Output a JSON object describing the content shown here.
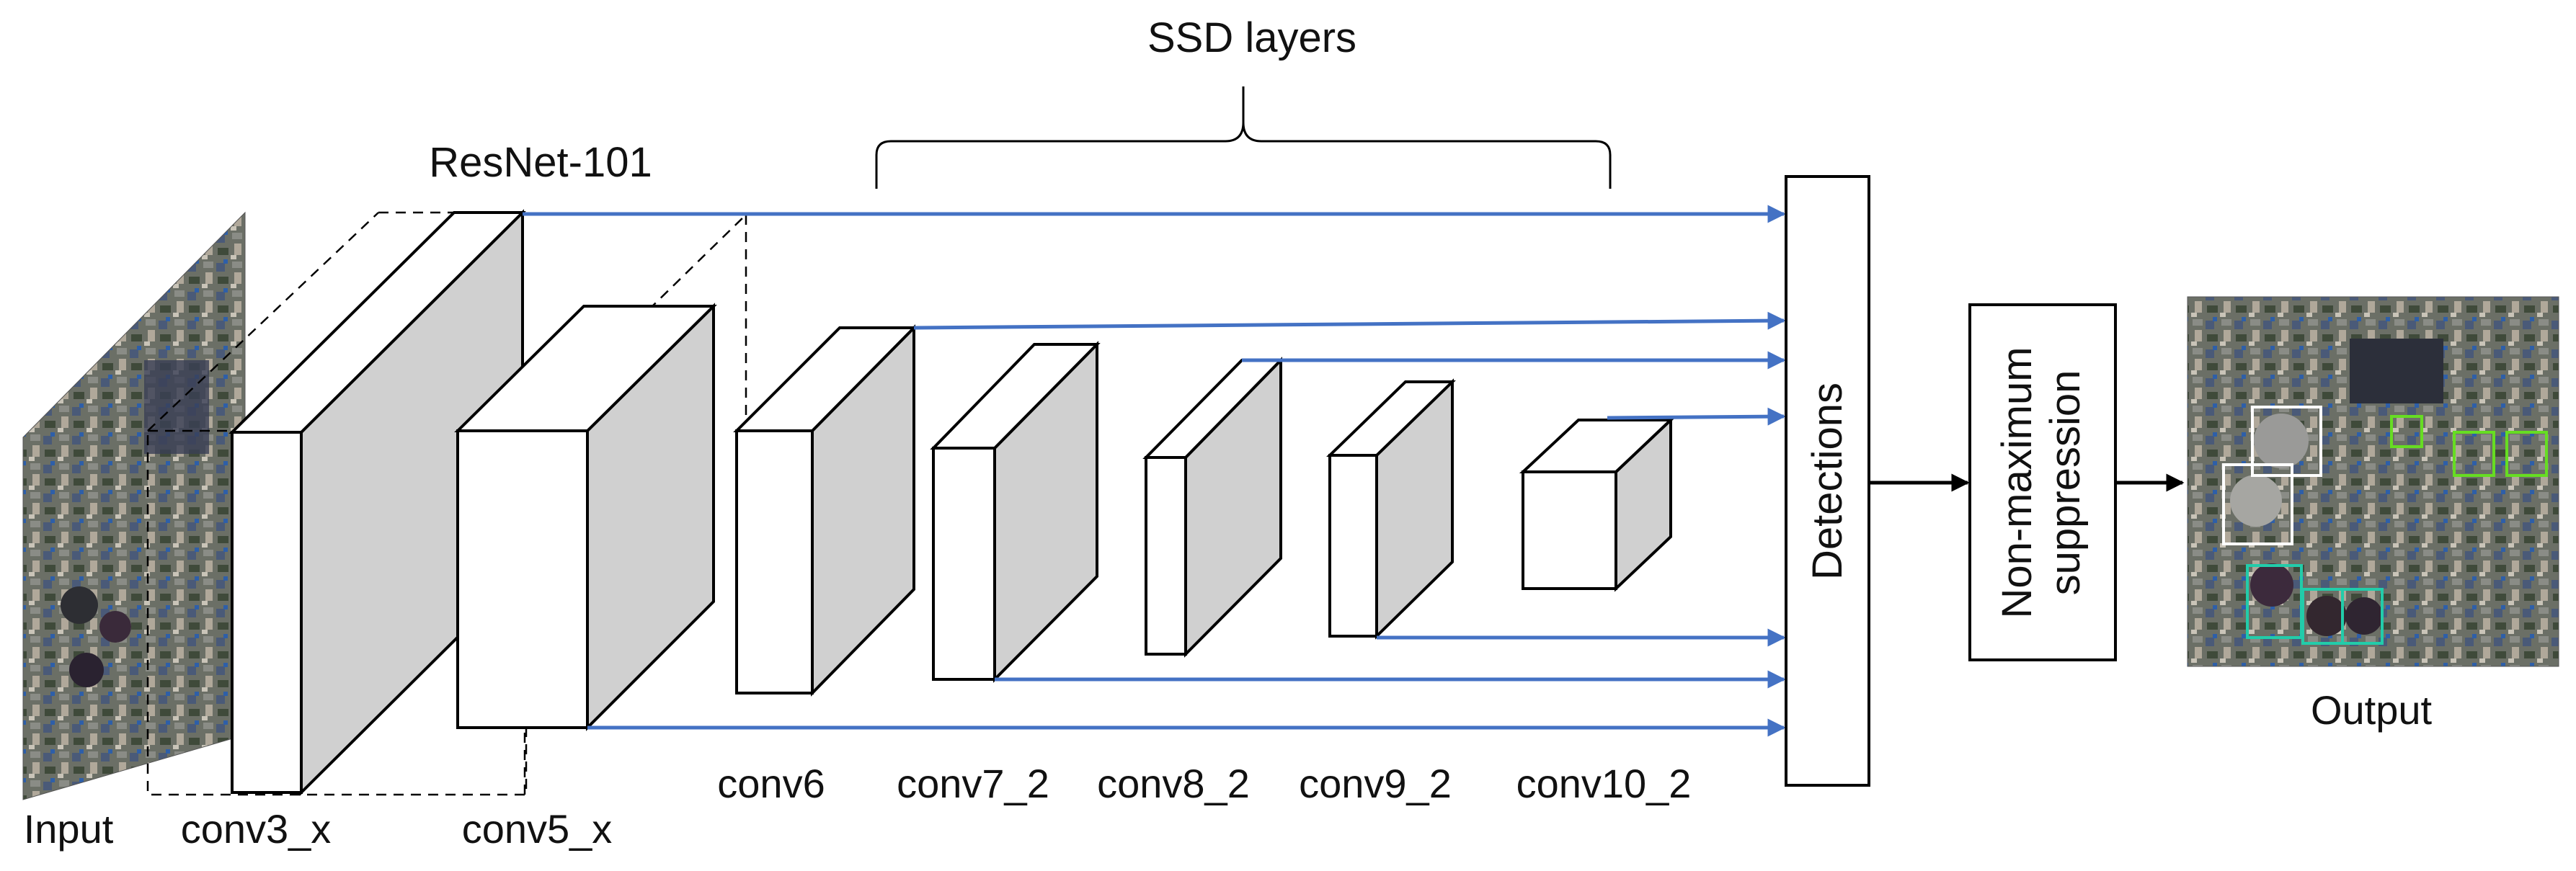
{
  "labels": {
    "ssd_layers": "SSD layers",
    "resnet": "ResNet-101",
    "input": "Input",
    "output": "Output",
    "detections": "Detections",
    "nms_line1": "Non-maximum",
    "nms_line2": "suppression"
  },
  "layers": [
    "conv3_x",
    "conv5_x",
    "conv6",
    "conv7_2",
    "conv8_2",
    "conv9_2",
    "conv10_2"
  ],
  "colors": {
    "arrow_blue": "#4472c4",
    "block_side": "#d0d0d0",
    "box_green": "#66dd22",
    "box_teal": "#22ccaa",
    "box_white": "#ffffff"
  }
}
